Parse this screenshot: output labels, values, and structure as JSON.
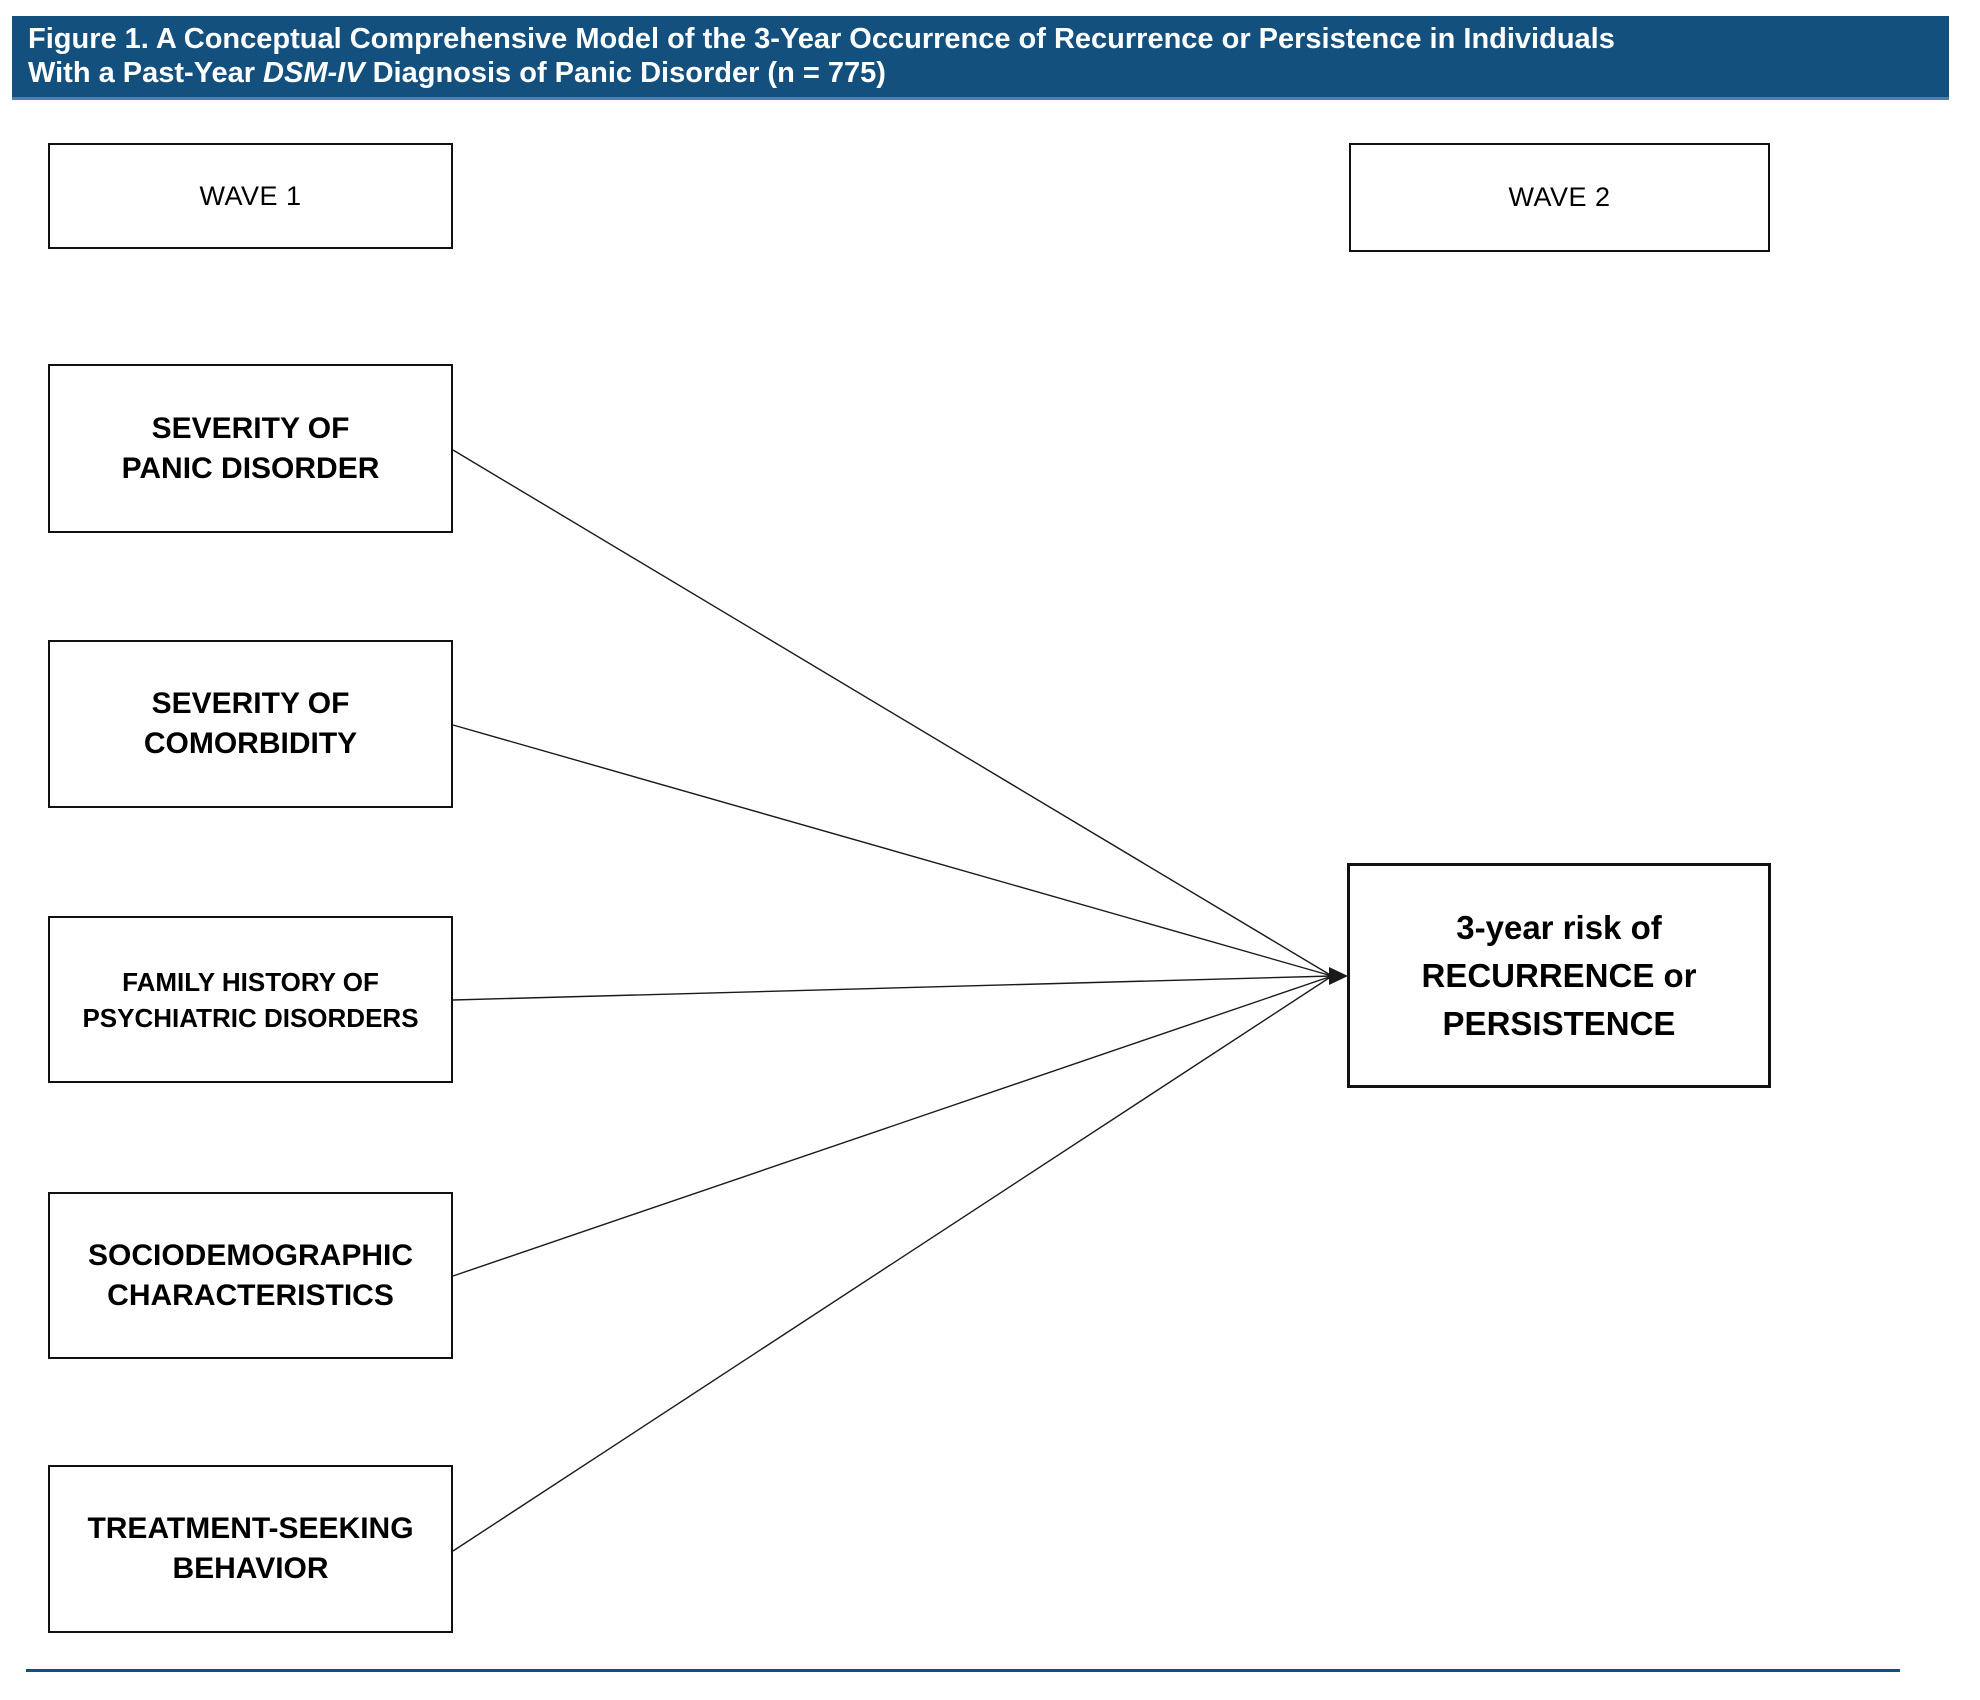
{
  "header": {
    "title_line1": "Figure 1. A Conceptual Comprehensive Model of the 3-Year Occurrence of Recurrence or Persistence in Individuals",
    "title_line2": {
      "pre": "With a Past-Year ",
      "italic": "DSM-IV",
      "post": " Diagnosis of Panic Disorder (n = 775)"
    }
  },
  "waves": {
    "wave1": "WAVE 1",
    "wave2": "WAVE 2"
  },
  "predictors": [
    {
      "lines": [
        "SEVERITY OF",
        "PANIC DISORDER"
      ]
    },
    {
      "lines": [
        "SEVERITY OF",
        "COMORBIDITY"
      ]
    },
    {
      "lines": [
        "FAMILY HISTORY OF",
        "PSYCHIATRIC DISORDERS"
      ]
    },
    {
      "lines": [
        "SOCIODEMOGRAPHIC",
        "CHARACTERISTICS"
      ]
    },
    {
      "lines": [
        "TREATMENT-SEEKING",
        "BEHAVIOR"
      ]
    }
  ],
  "outcome": {
    "lines": [
      "3-year risk of",
      "RECURRENCE or",
      "PERSISTENCE"
    ]
  },
  "colors": {
    "header_bg": "#14507d",
    "header_accent": "#4a82ab",
    "divider": "#14507d",
    "connector_line": "#1a1a1a",
    "box_border": "#111111",
    "title_text": "#ffffff"
  }
}
